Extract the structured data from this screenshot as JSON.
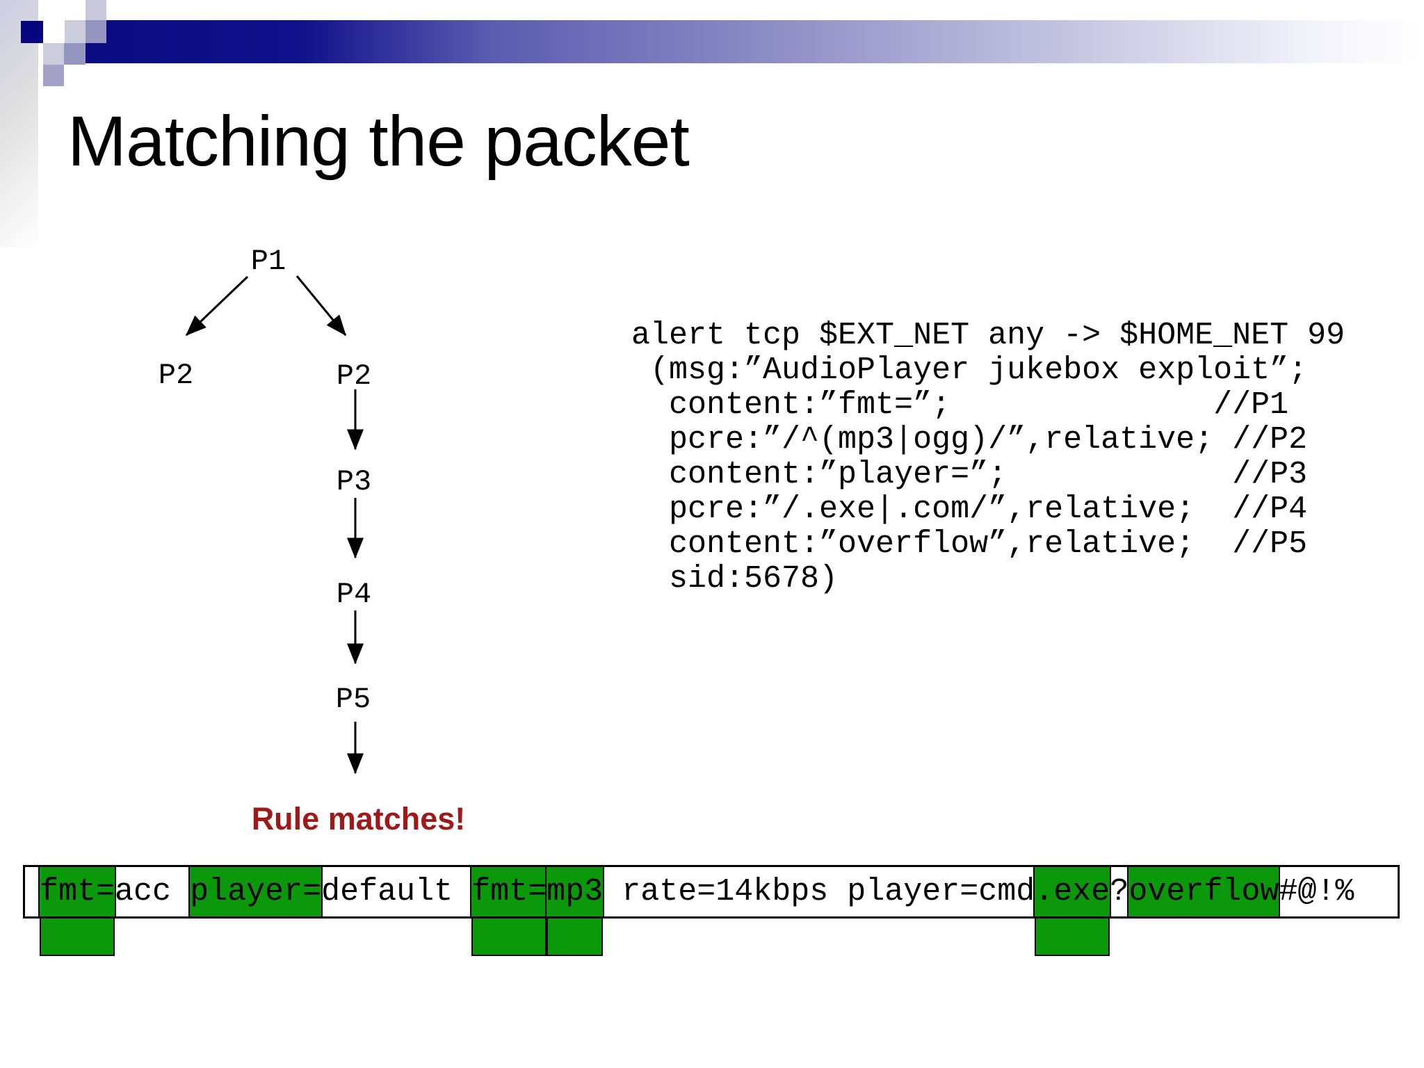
{
  "slide": {
    "title": "Matching the packet",
    "rule_match_label": "Rule matches!"
  },
  "colors": {
    "header_navy": "#0a0a83",
    "mosaic_navy": "#06067f",
    "mosaic_light": "#ccccdf",
    "mosaic_medium": "#9595c2",
    "highlight_green": "#0b990b",
    "rule_match_red": "#9e1a1a",
    "text_black": "#000000"
  },
  "tree": {
    "nodes": [
      {
        "id": "p1",
        "label": "P1"
      },
      {
        "id": "p2-left",
        "label": "P2"
      },
      {
        "id": "p2-right",
        "label": "P2"
      },
      {
        "id": "p3",
        "label": "P3"
      },
      {
        "id": "p4",
        "label": "P4"
      },
      {
        "id": "p5",
        "label": "P5"
      }
    ],
    "edges": [
      {
        "from": "P1",
        "to": "P2 (left)"
      },
      {
        "from": "P1",
        "to": "P2 (right)"
      },
      {
        "from": "P2 (right)",
        "to": "P3"
      },
      {
        "from": "P3",
        "to": "P4"
      },
      {
        "from": "P4",
        "to": "P5"
      },
      {
        "from": "P5",
        "to": "Rule matches!"
      }
    ]
  },
  "rule_code": {
    "text": "alert tcp $EXT_NET any -> $HOME_NET 99\n (msg:”AudioPlayer jukebox exploit”;\n  content:”fmt=”;              //P1\n  pcre:”/^(mp3|ogg)/”,relative; //P2\n  content:”player=”;            //P3\n  pcre:”/.exe|.com/”,relative;  //P4\n  content:”overflow”,relative;  //P5\n  sid:5678)"
  },
  "packet": {
    "full_text": "fmt=acc player=default fmt=mp3 rate=14kbps player=cmd.exe?overflow#@!%",
    "segments": [
      {
        "text": "fmt=",
        "highlighted": true,
        "hangs_below": true
      },
      {
        "text": "acc ",
        "highlighted": false,
        "hangs_below": false
      },
      {
        "text": "player=",
        "highlighted": true,
        "hangs_below": false
      },
      {
        "text": "default ",
        "highlighted": false,
        "hangs_below": false
      },
      {
        "text": "fmt=",
        "highlighted": true,
        "hangs_below": true
      },
      {
        "text": "mp3",
        "highlighted": true,
        "hangs_below": true
      },
      {
        "text": " rate=14kbps player=cmd",
        "highlighted": false,
        "hangs_below": false
      },
      {
        "text": ".exe",
        "highlighted": true,
        "hangs_below": true
      },
      {
        "text": "?",
        "highlighted": false,
        "hangs_below": false
      },
      {
        "text": "overflow",
        "highlighted": true,
        "hangs_below": false
      },
      {
        "text": "#@!%",
        "highlighted": false,
        "hangs_below": false
      }
    ]
  }
}
